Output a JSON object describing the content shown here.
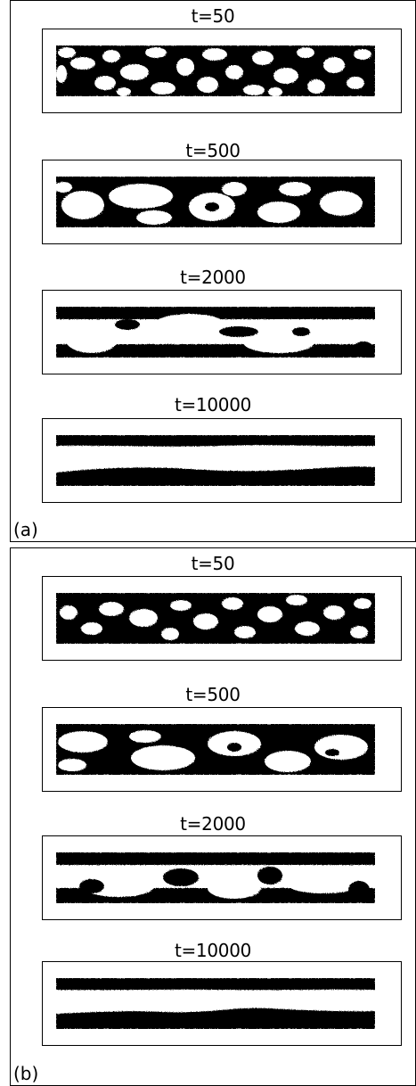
{
  "panels": [
    {
      "label": "(a)",
      "frames": [
        {
          "title": "t=50"
        },
        {
          "title": "t=500"
        },
        {
          "title": "t=2000"
        },
        {
          "title": "t=10000"
        }
      ]
    },
    {
      "label": "(b)",
      "frames": [
        {
          "title": "t=50"
        },
        {
          "title": "t=500"
        },
        {
          "title": "t=2000"
        },
        {
          "title": "t=10000"
        }
      ]
    }
  ],
  "colors": {
    "phase_a": "#000000",
    "phase_b": "#ffffff",
    "frame": "#000000"
  }
}
